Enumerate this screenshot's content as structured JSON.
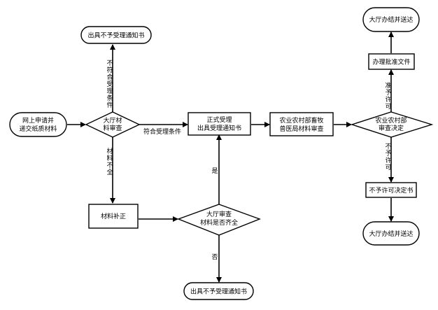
{
  "nodes": {
    "notice_top_left": {
      "lines": [
        "出具不予受理通知书"
      ]
    },
    "apply": {
      "lines": [
        "网上申请并",
        "递交纸质材料"
      ]
    },
    "hall_review": {
      "lines": [
        "大厅材",
        "料审查"
      ]
    },
    "formal_accept": {
      "lines": [
        "正式受理",
        "出具受理通知书"
      ]
    },
    "ministry_review": {
      "lines": [
        "农业农村部畜牧",
        "兽医局材料审查"
      ]
    },
    "ministry_decision": {
      "lines": [
        "农业农村部",
        "审查决定"
      ]
    },
    "approval_doc": {
      "lines": [
        "办理批准文件"
      ]
    },
    "hall_done_top": {
      "lines": [
        "大厅办结并送达"
      ]
    },
    "denial_doc": {
      "lines": [
        "不予许可决定书"
      ]
    },
    "hall_done_bottom": {
      "lines": [
        "大厅办结并送达"
      ]
    },
    "supplement": {
      "lines": [
        "材料补正"
      ]
    },
    "hall_check_complete": {
      "lines": [
        "大厅审查",
        "材料是否齐全"
      ]
    },
    "notice_bottom": {
      "lines": [
        "出具不予受理通知书"
      ]
    }
  },
  "edges": {
    "not_meet": {
      "chars": [
        "不",
        "符",
        "合",
        "受",
        "理",
        "条",
        "件"
      ]
    },
    "meet": {
      "text": "符合受理条件"
    },
    "incomplete": {
      "chars": [
        "材",
        "料",
        "不",
        "全"
      ]
    },
    "yes": {
      "text": "是"
    },
    "no": {
      "text": "否"
    },
    "approve": {
      "chars": [
        "准",
        "予",
        "许",
        "可"
      ]
    },
    "deny": {
      "chars": [
        "不",
        "予",
        "许",
        "可"
      ]
    }
  }
}
